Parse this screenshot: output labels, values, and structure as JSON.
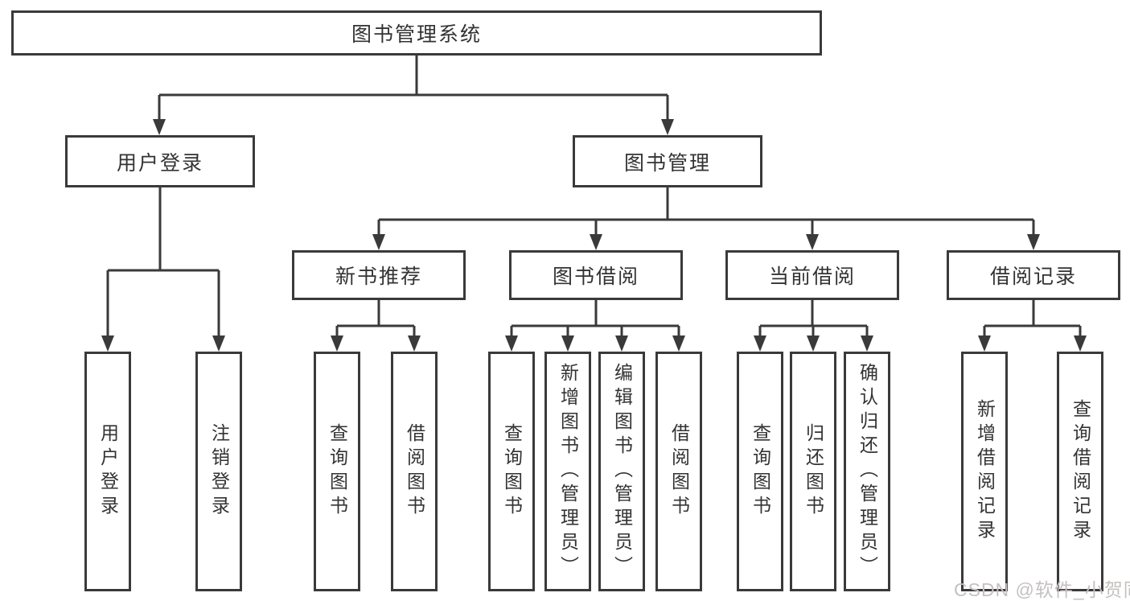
{
  "diagram": {
    "type": "hierarchy",
    "tree": {
      "label": "图书管理系统",
      "children": [
        {
          "label": "用户登录",
          "children": [
            {
              "label": "用户登录"
            },
            {
              "label": "注销登录"
            }
          ]
        },
        {
          "label": "图书管理",
          "children": [
            {
              "label": "新书推荐",
              "children": [
                {
                  "label": "查询图书"
                },
                {
                  "label": "借阅图书"
                }
              ]
            },
            {
              "label": "图书借阅",
              "children": [
                {
                  "label": "查询图书"
                },
                {
                  "label": "新增图书（管理员）"
                },
                {
                  "label": "编辑图书（管理员）"
                },
                {
                  "label": "借阅图书"
                }
              ]
            },
            {
              "label": "当前借阅",
              "children": [
                {
                  "label": "查询图书"
                },
                {
                  "label": "归还图书"
                },
                {
                  "label": "确认归还（管理员）"
                }
              ]
            },
            {
              "label": "借阅记录",
              "children": [
                {
                  "label": "新增借阅记录"
                },
                {
                  "label": "查询借阅记录"
                }
              ]
            }
          ]
        }
      ]
    }
  },
  "watermark": {
    "text": "CSDN @软件_小贺同学"
  },
  "colors": {
    "line": "#3a3a3a",
    "box_border": "#3a3a3a",
    "text": "#333333",
    "background": "#ffffff",
    "watermark": "#c6c0c0"
  }
}
